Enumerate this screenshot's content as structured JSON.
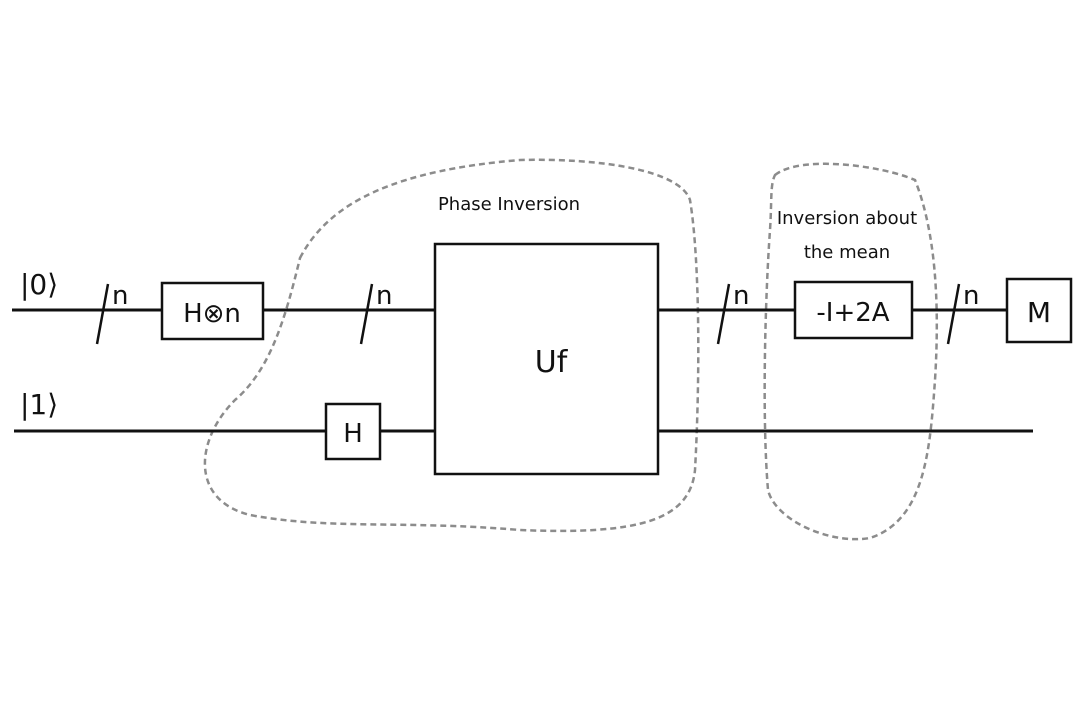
{
  "diagram": {
    "title": "Grover's algorithm circuit",
    "inputs": [
      {
        "label": "|0⟩"
      },
      {
        "label": "|1⟩"
      }
    ],
    "bus_labels": [
      "n",
      "n",
      "n",
      "n"
    ],
    "gates": {
      "hadamard_n": "H⊗n",
      "hadamard": "H",
      "oracle": "Uf",
      "diffusion": "-I+2A",
      "measure": "M"
    },
    "regions": {
      "phase_inversion": "Phase Inversion",
      "inversion_line1": "Inversion about",
      "inversion_line2": "the mean"
    },
    "colors": {
      "wire": "#111111",
      "region_outline": "#8c8c8c"
    }
  }
}
